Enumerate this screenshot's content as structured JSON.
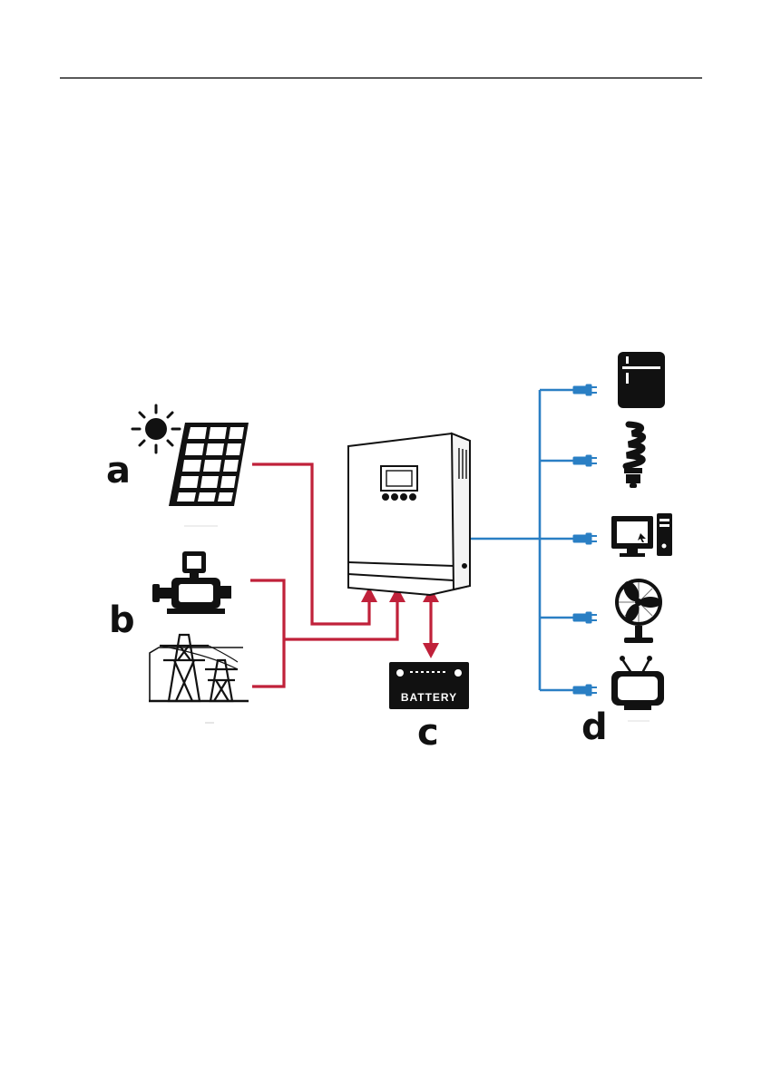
{
  "labels": {
    "a": "a",
    "b": "b",
    "c": "c",
    "d": "d",
    "battery": "BATTERY"
  },
  "icons": {
    "sun": "sun-icon",
    "solar_panel": "solar-panel-icon",
    "generator": "generator-icon",
    "power_grid": "power-grid-tower-icon",
    "inverter": "inverter-icon",
    "battery": "battery-icon",
    "refrigerator": "refrigerator-icon",
    "bulb": "light-bulb-icon",
    "computer": "computer-icon",
    "fan": "fan-icon",
    "tv": "tv-icon",
    "plug": "plug-icon"
  },
  "colors": {
    "input_wire": "#c0213a",
    "output_wire": "#2a7fc4",
    "ink": "#111111",
    "rule": "#222222"
  }
}
